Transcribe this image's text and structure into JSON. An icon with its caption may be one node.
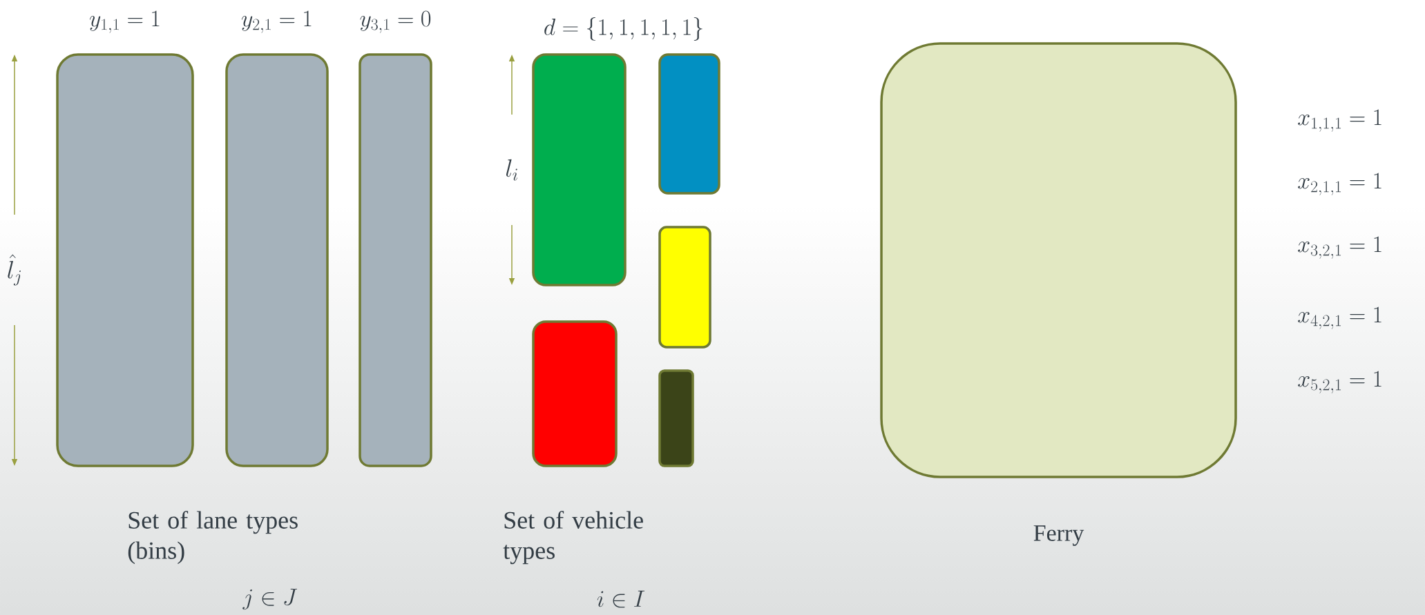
{
  "diagram": {
    "nodes": [
      {
        "text": [
          "y_{1,1} = 1"
        ]
      },
      {
        "text": [
          "y_{2,1} = 1"
        ]
      },
      {
        "text": [
          "y_{3,1} = 0"
        ]
      },
      {
        "text": [],
        "shape": "box"
      },
      {
        "text": [],
        "shape": "box"
      },
      {
        "text": [],
        "shape": "box"
      },
      {
        "text": [],
        "shape": "box"
      },
      {
        "text": [],
        "shape": "box"
      },
      {
        "text": [
          "Ferry"
        ]
      }
    ],
    "edges": [],
    "labels": [
      "\\hat{l}_j",
      "d = \\{1,1,1,1,1\\}",
      "l_i",
      "x_{1,1,1} = 1",
      "x_{2,1,1} = 1",
      "x_{3,2,1} = 1",
      "x_{4,2,1} = 1",
      "x_{5,2,1} = 1",
      "Set of lane types (bins)",
      "j \\in J",
      "Set of vehicle types",
      "i \\in I"
    ]
  }
}
